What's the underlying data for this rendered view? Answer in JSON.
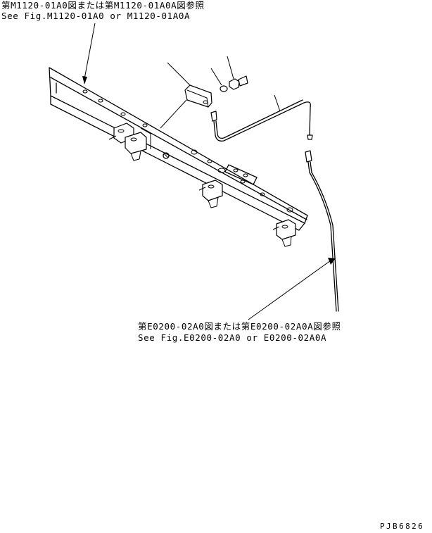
{
  "references": {
    "frame_ref_jp": "第M1120-01A0図または第M1120-01A0A図参照",
    "frame_ref_en": "See Fig.M1120-01A0 or M1120-01A0A",
    "harness_ref_jp": "第E0200-02A0図または第E0200-02A0A図参照",
    "harness_ref_en": "See Fig.E0200-02A0 or E0200-02A0A"
  },
  "drawing_code": "PJB6826",
  "parts": {
    "frame": "frame-rail",
    "bracket": "sensor-bracket",
    "washer": "washer",
    "bolt": "bolt",
    "sensor_cable": "sensor-cable",
    "harness_cable": "harness-cable"
  }
}
